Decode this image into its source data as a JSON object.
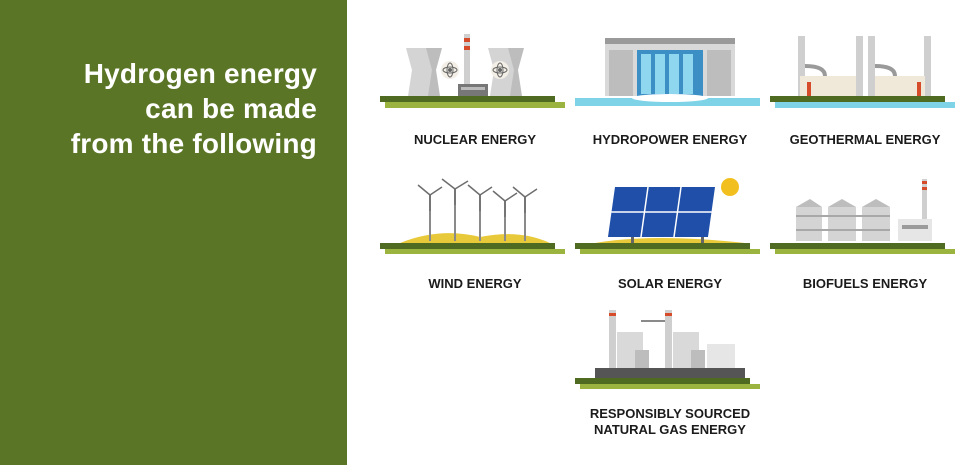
{
  "headline": {
    "line1": "Hydrogen energy",
    "line2": "can be made",
    "line3": "from the following"
  },
  "sources": {
    "nuclear": {
      "label": "NUCLEAR ENERGY",
      "icon": "nuclear-plant-icon"
    },
    "hydropower": {
      "label": "HYDROPOWER ENERGY",
      "icon": "hydro-dam-icon"
    },
    "geothermal": {
      "label": "GEOTHERMAL ENERGY",
      "icon": "geothermal-plant-icon"
    },
    "wind": {
      "label": "WIND ENERGY",
      "icon": "wind-turbines-icon"
    },
    "solar": {
      "label": "SOLAR ENERGY",
      "icon": "solar-panels-icon"
    },
    "biofuels": {
      "label": "BIOFUELS ENERGY",
      "icon": "biofuel-plant-icon"
    },
    "natural_gas": {
      "label_line1": "RESPONSIBLY SOURCED",
      "label_line2": "NATURAL GAS ENERGY",
      "icon": "gas-plant-icon"
    }
  },
  "colors": {
    "panel": "#5a7526",
    "grass_dark": "#4f6b22",
    "grass_light": "#9bb33f",
    "water": "#7fd3e6",
    "sand": "#e8c93a",
    "sun": "#f2c01e",
    "solar_blue": "#1f4fa8",
    "plant_gray": "#cfcfcf"
  }
}
